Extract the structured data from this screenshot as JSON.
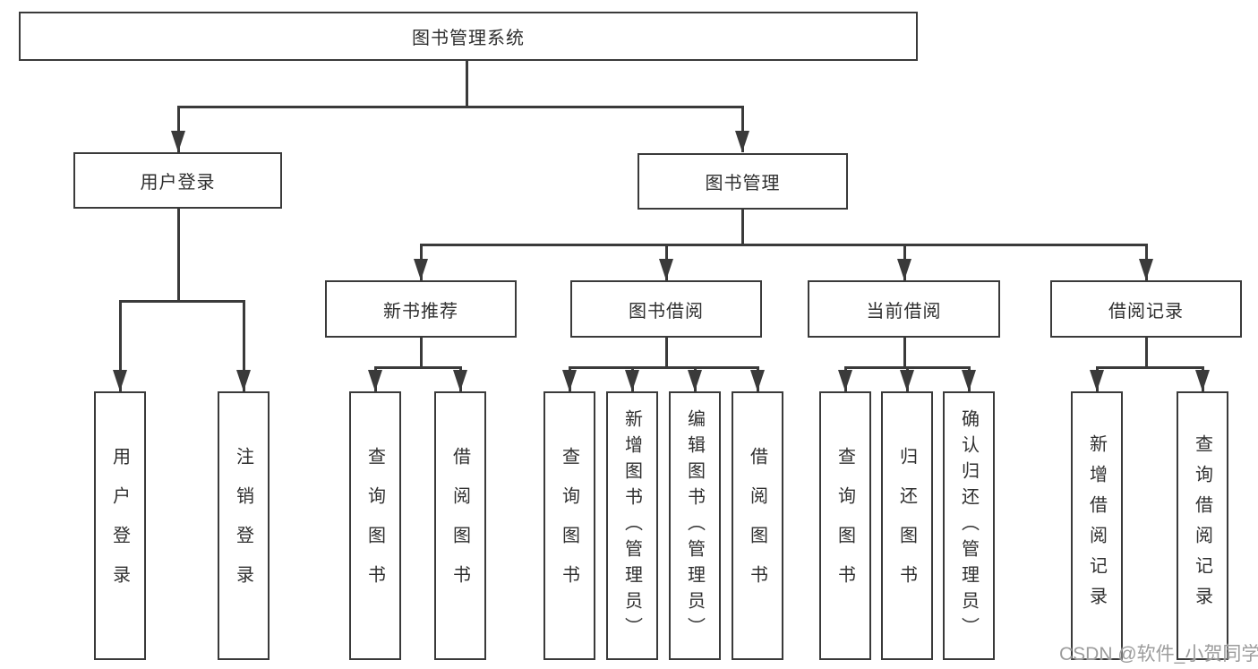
{
  "diagram": {
    "root": {
      "label": "图书管理系统"
    },
    "level2": [
      {
        "label": "用户登录"
      },
      {
        "label": "图书管理"
      }
    ],
    "level3": [
      {
        "label": "新书推荐"
      },
      {
        "label": "图书借阅"
      },
      {
        "label": "当前借阅"
      },
      {
        "label": "借阅记录"
      }
    ],
    "leaves": {
      "user_login": [
        "用户登录",
        "注销登录"
      ],
      "new_books": [
        "查询图书",
        "借阅图书"
      ],
      "book_borrow": [
        "查询图书",
        "新增图书（管理员）",
        "编辑图书（管理员）",
        "借阅图书"
      ],
      "current_borrow": [
        "查询图书",
        "归还图书",
        "确认归还（管理员）"
      ],
      "borrow_records": [
        "新增借阅记录",
        "查询借阅记录"
      ]
    },
    "colors": {
      "line": "#3a3a3a",
      "text": "#2f2f2f",
      "background": "#ffffff",
      "watermark_text": "#9c9c9c"
    }
  },
  "watermark": {
    "text": "CSDN @软件_小贺同学"
  }
}
